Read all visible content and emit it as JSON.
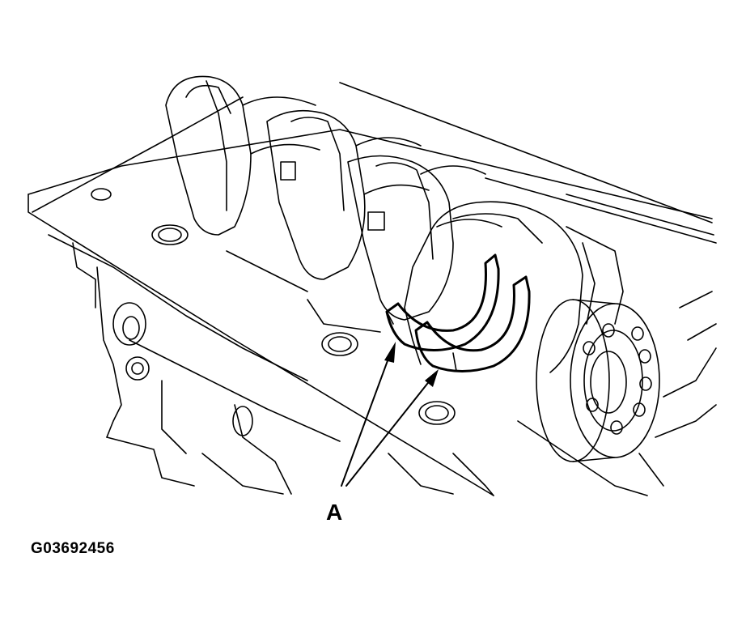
{
  "figure": {
    "callout_label": "A",
    "figure_id": "G03692456",
    "line_color": "#000000",
    "background_color": "#ffffff"
  },
  "parts": [
    "engine-block",
    "crankshaft",
    "crank-pulley-flange",
    "thrust-washer-upper",
    "thrust-washer-lower"
  ]
}
